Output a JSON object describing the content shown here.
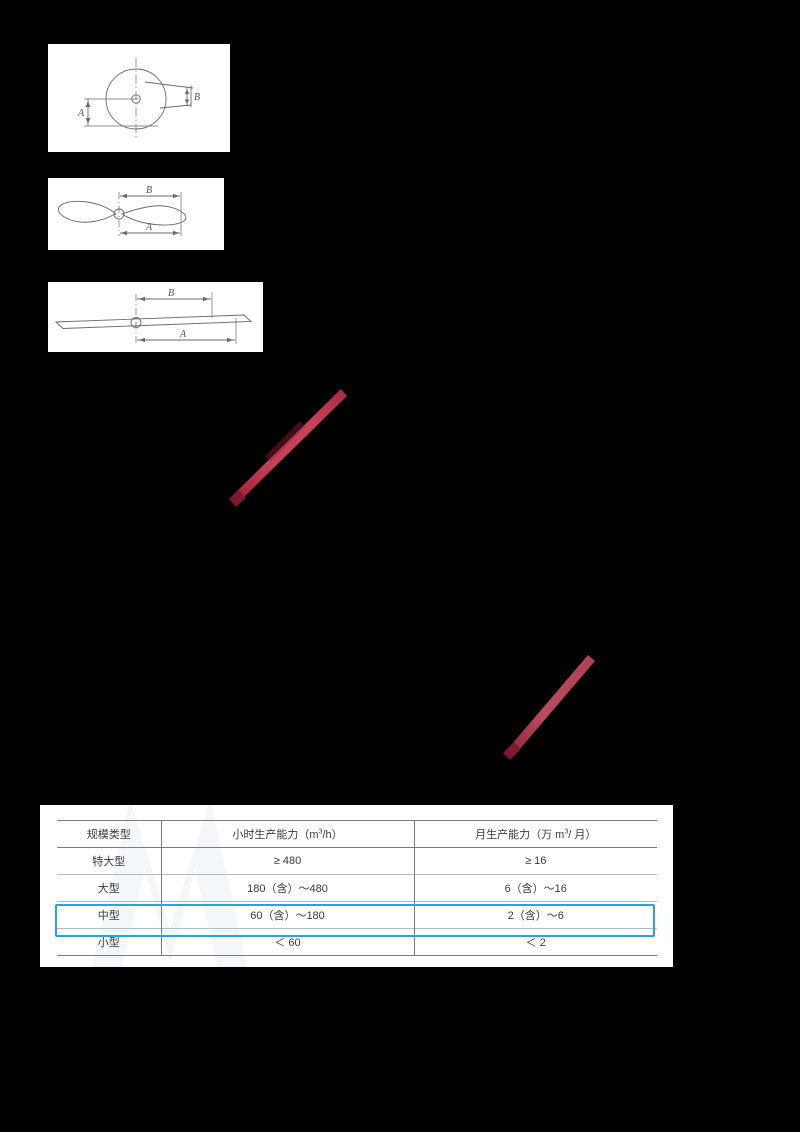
{
  "figures": [
    {
      "name": "disc-rotor-front-view",
      "labels": {
        "a": "A",
        "b": "B"
      }
    },
    {
      "name": "two-blade-propeller-top-view",
      "labels": {
        "a": "A",
        "b": "B"
      }
    },
    {
      "name": "flat-blade-side-view",
      "labels": {
        "a": "A",
        "b": "B"
      }
    }
  ],
  "annotations": [
    {
      "name": "red-stroke-upper",
      "color": "#c0394f"
    },
    {
      "name": "red-stroke-lower",
      "color": "#b8475c"
    }
  ],
  "table": {
    "headers": {
      "scale_type": "规模类型",
      "hourly_prefix": "小时生产能力（m",
      "hourly_sup": "3",
      "hourly_suffix": "/h）",
      "monthly_prefix": "月生产能力（万 m",
      "monthly_sup": "3",
      "monthly_suffix": "/ 月）"
    },
    "rows": [
      {
        "type": "特大型",
        "hourly": "≥ 480",
        "monthly": "≥ 16",
        "highlighted": false
      },
      {
        "type": "大型",
        "hourly": "180（含）～480",
        "monthly": "6（含）～16",
        "highlighted": false
      },
      {
        "type": "中型",
        "hourly": "60（含）～180",
        "monthly": "2（含）～6",
        "highlighted": true
      },
      {
        "type": "小型",
        "hourly": "＜ 60",
        "monthly": "＜ 2",
        "highlighted": false
      }
    ],
    "highlight_color": "#29a3dc"
  }
}
